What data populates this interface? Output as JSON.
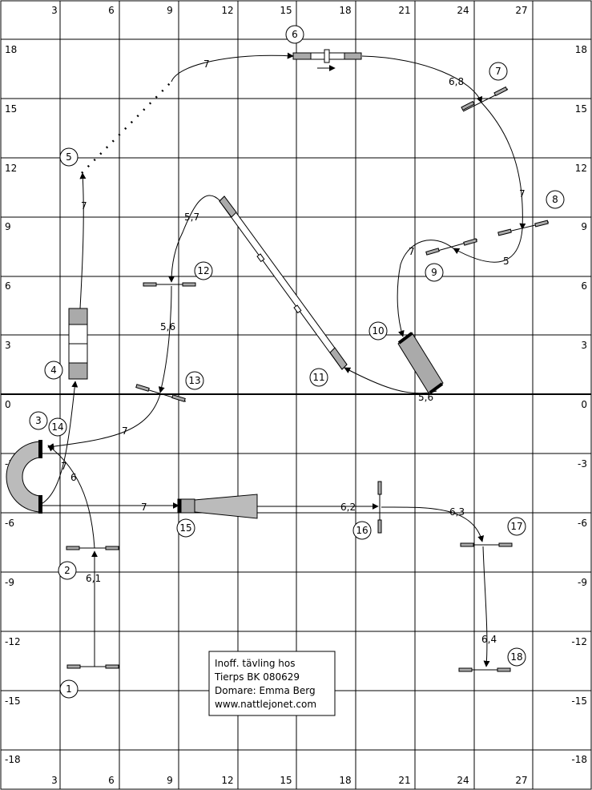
{
  "grid": {
    "top_labels": [
      "3",
      "6",
      "9",
      "12",
      "15",
      "18",
      "21",
      "24",
      "27"
    ],
    "bottom_labels": [
      "3",
      "6",
      "9",
      "12",
      "15",
      "18",
      "21",
      "24",
      "27"
    ],
    "left_labels": [
      "18",
      "15",
      "12",
      "9",
      "6",
      "3",
      "0",
      "-3",
      "-6",
      "-9",
      "-12",
      "-15",
      "-18"
    ],
    "right_labels": [
      "18",
      "15",
      "12",
      "9",
      "6",
      "3",
      "0",
      "-3",
      "-6",
      "-9",
      "-12",
      "-15",
      "-18"
    ]
  },
  "obstacles": [
    "1",
    "2",
    "3",
    "14",
    "4",
    "5",
    "6",
    "7",
    "8",
    "9",
    "10",
    "11",
    "12",
    "13",
    "15",
    "16",
    "17",
    "18"
  ],
  "distances": {
    "d1": "7",
    "d2": "6,8",
    "d3": "7",
    "d4": "5",
    "d5": "7",
    "d6": "5,6",
    "d7": "5,7",
    "d8": "5,6",
    "d9": "7",
    "d10": "7",
    "d11": "6",
    "d12": "6,1",
    "d13": "7",
    "d14": "6,2",
    "d15": "6,3",
    "d16": "6,4",
    "d17": "7"
  },
  "info_box": {
    "line1": "Inoff. tävling hos",
    "line2": "Tierps BK 080629",
    "line3": "Domare: Emma Berg",
    "line4": "www.nattlejonet.com"
  }
}
